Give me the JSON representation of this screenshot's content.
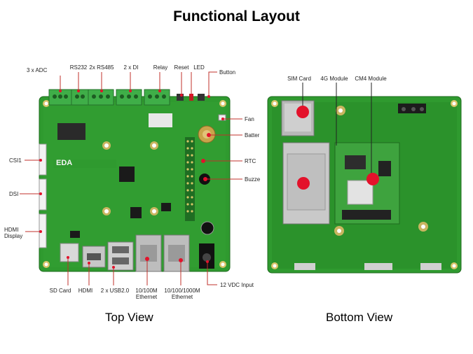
{
  "title": "Functional Layout",
  "top_view": {
    "caption": "Top View",
    "labels": {
      "adc": "3 x ADC",
      "rs232": "RS232",
      "rs485": "2x RS485",
      "di": "2 x DI",
      "relay": "Relay",
      "reset": "Reset",
      "led": "LED",
      "button": "Button",
      "fan": "Fan",
      "battery": "Batter",
      "rtc": "RTC",
      "buzzer": "Buzze",
      "csi1": "CSI1",
      "dsi": "DSI",
      "hdmi_display": "HDMI\nDisplay",
      "sd_card": "SD Card",
      "hdmi": "HDMI",
      "usb": "2 x USB2.0",
      "eth100": "10/100M\nEthernet",
      "eth1000": "10/100/1000M\nEthernet",
      "power": "12 VDC Input"
    },
    "board_logo": "EDA"
  },
  "bottom_view": {
    "caption": "Bottom View",
    "labels": {
      "sim": "SIM Card",
      "module4g": "4G Module",
      "cm4": "CM4 Module"
    }
  },
  "colors": {
    "pcb": "#2f9a2f",
    "pcb_dark": "#257a25",
    "terminal": "#3fae48",
    "marker": "#e3122b",
    "leader": "#c0302b"
  }
}
